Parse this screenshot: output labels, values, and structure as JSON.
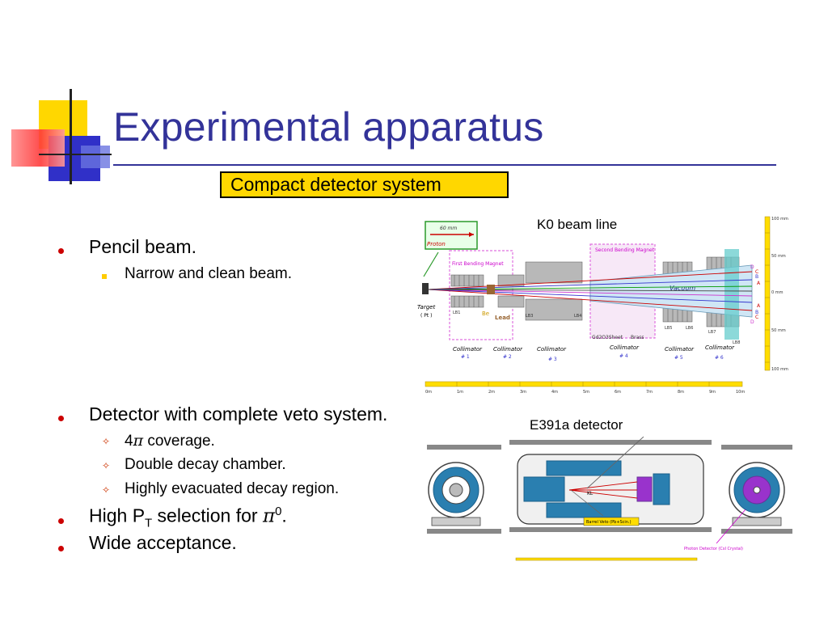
{
  "title": "Experimental apparatus",
  "highlight_box": "Compact detector system",
  "captions": {
    "beam_line": "K0 beam line",
    "detector": "E391a detector"
  },
  "bullets": {
    "pencil_beam": "Pencil beam.",
    "narrow_beam": "Narrow and clean beam.",
    "detector_veto": "Detector with complete veto system.",
    "coverage_prefix": "4",
    "coverage_pi": "π",
    "coverage_suffix": " coverage.",
    "double_decay": "Double decay chamber.",
    "evacuated": "Highly evacuated decay region.",
    "high_pt_prefix": "High P",
    "high_pt_sub": "T",
    "high_pt_mid": " selection for ",
    "high_pt_pi": "π",
    "high_pt_sup": "0",
    "high_pt_end": ".",
    "acceptance": "Wide acceptance."
  },
  "beamline_labels": {
    "proton_distance": "60 mm",
    "proton": "Proton",
    "target": "Target",
    "target_material": "( Pt )",
    "first_magnet": "First Bending Magnet",
    "second_magnet": "Second Bending Magnet",
    "be": "Be",
    "lead": "Lead",
    "gd_sheet": "Gd2O3Sheet",
    "brass": "Brass",
    "vacuum": "Vacuum",
    "collimator": "Collimator",
    "collimator_numbers": [
      "# 1",
      "# 2",
      "# 3",
      "# 4",
      "# 5",
      "# 6"
    ],
    "lb_labels": [
      "LB1",
      "LB3",
      "LB4",
      "LB5",
      "LB6",
      "LB7",
      "LB8"
    ],
    "letters": [
      "D",
      "C",
      "B",
      "A",
      "A",
      "B",
      "C",
      "D"
    ],
    "ruler_right": [
      "100 mm",
      "50 mm",
      "0 mm",
      "50 mm",
      "100 mm"
    ],
    "ruler_bottom": [
      "0m",
      "1m",
      "2m",
      "3m",
      "4m",
      "5m",
      "6m",
      "7m",
      "8m",
      "9m",
      "10m"
    ]
  },
  "detector_labels": {
    "kl": "KL",
    "barrel_veto": "Barrel Veto (Pb+Scin.)",
    "photon_detector": "Photon Detector (CsI Crystal)"
  },
  "colors": {
    "title": "#333399",
    "highlight": "#ffd700",
    "bullet_dot": "#cc0000"
  }
}
